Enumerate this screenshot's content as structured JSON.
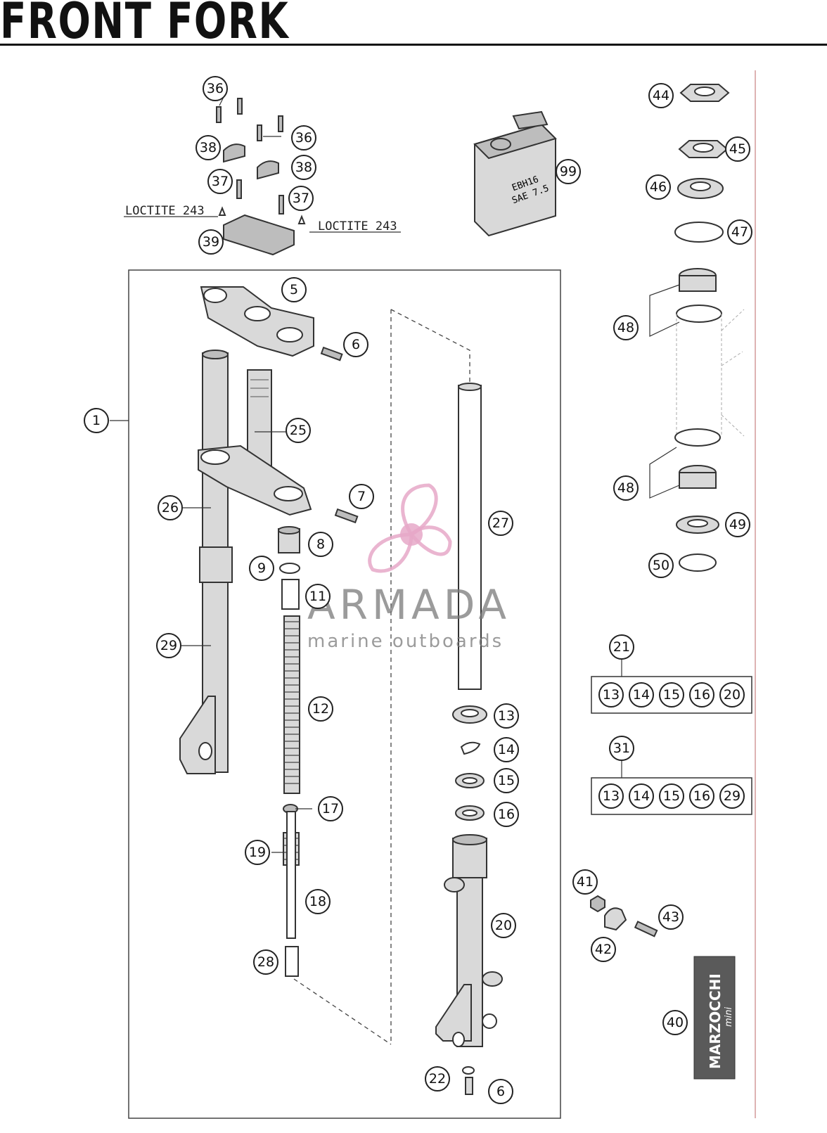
{
  "title": "FRONT FORK",
  "loctite_labels": [
    "LOCTITE 243",
    "LOCTITE 243"
  ],
  "oil_can": {
    "line1": "EBH16",
    "line2": "SAE 7.5"
  },
  "sticker_brand": {
    "line1": "MARZOCCHI",
    "line2": "mini"
  },
  "watermark": {
    "brand": "ARMADA",
    "tagline": "marine outboards",
    "color": "#e6a8c8"
  },
  "callouts": {
    "c36a": "36",
    "c36b": "36",
    "c38a": "38",
    "c38b": "38",
    "c37a": "37",
    "c37b": "37",
    "c39": "39",
    "c99": "99",
    "c44": "44",
    "c45": "45",
    "c46": "46",
    "c47": "47",
    "c48a": "48",
    "c48b": "48",
    "c49": "49",
    "c50": "50",
    "c5": "5",
    "c6a": "6",
    "c1": "1",
    "c25": "25",
    "c26": "26",
    "c7": "7",
    "c8": "8",
    "c9": "9",
    "c11": "11",
    "c29": "29",
    "c12": "12",
    "c27": "27",
    "c17": "17",
    "c19": "19",
    "c18": "18",
    "c28": "28",
    "c13": "13",
    "c14": "14",
    "c15": "15",
    "c16": "16",
    "c20": "20",
    "c22": "22",
    "c6b": "6",
    "c21": "21",
    "c31": "31",
    "c41": "41",
    "c42": "42",
    "c43": "43",
    "c40": "40"
  },
  "kit_21": [
    "13",
    "14",
    "15",
    "16",
    "20"
  ],
  "kit_31": [
    "13",
    "14",
    "15",
    "16",
    "29"
  ]
}
